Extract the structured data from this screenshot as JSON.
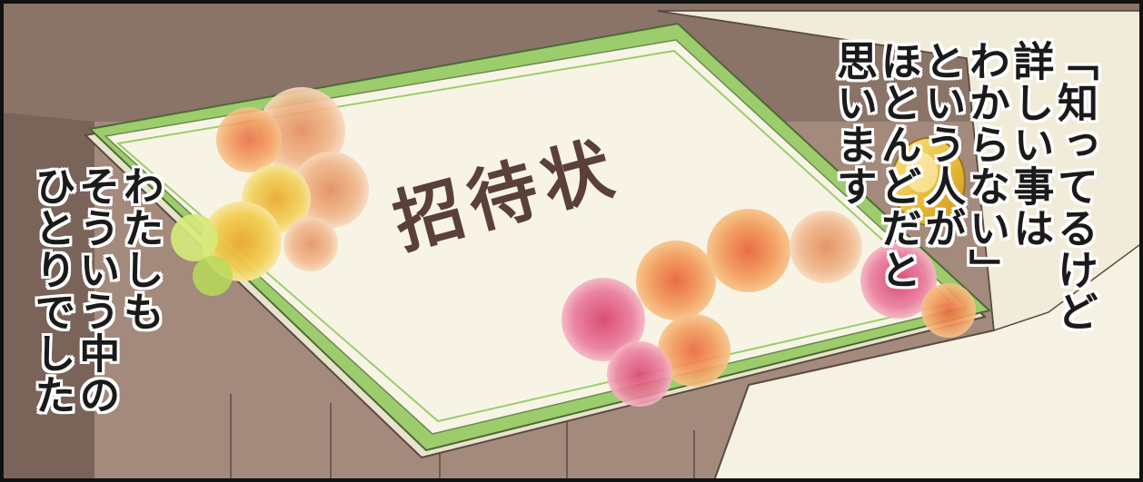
{
  "card": {
    "title": "招待状"
  },
  "narration_right": "「知ってるけど\n詳しい事は\nわからない」\nという人が\nほとんどだと\n思います",
  "narration_left": "わたしも\nそういう中の\nひとりでした",
  "colors": {
    "wall": "#8a7468",
    "table": "#a38a7c",
    "card_border": "#9ccc6c",
    "card_fill": "#f7f4e6",
    "envelope": "#f5f1e3",
    "seal": "#e8c24a"
  }
}
